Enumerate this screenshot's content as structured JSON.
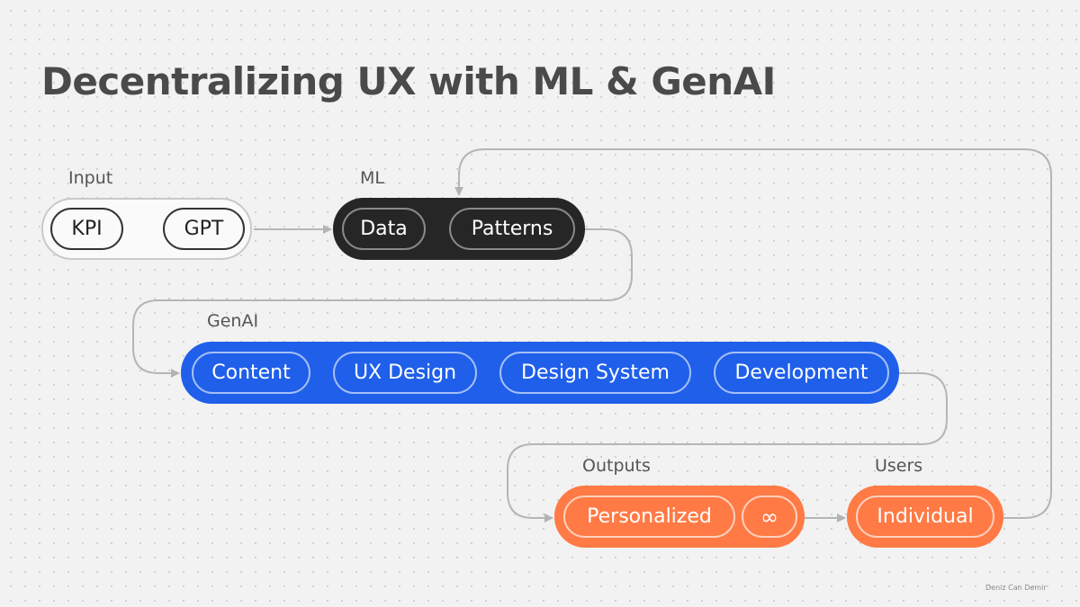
{
  "title": "Decentralizing UX with ML & GenAI",
  "groups": {
    "input": {
      "label": "Input",
      "nodes": [
        "KPI",
        "GPT"
      ]
    },
    "ml": {
      "label": "ML",
      "nodes": [
        "Data",
        "Patterns"
      ]
    },
    "genai": {
      "label": "GenAI",
      "nodes": [
        "Content",
        "UX Design",
        "Design System",
        "Development"
      ]
    },
    "outputs": {
      "label": "Outputs",
      "nodes": [
        "Personalized",
        "∞"
      ]
    },
    "users": {
      "label": "Users",
      "nodes": [
        "Individual"
      ]
    }
  },
  "credit": "Deniz Can Demir",
  "colors": {
    "background": "#f2f2f2",
    "ml": "#262626",
    "genai": "#1f5fea",
    "outputs": "#ff7a45",
    "connector": "#b5b5b5"
  }
}
